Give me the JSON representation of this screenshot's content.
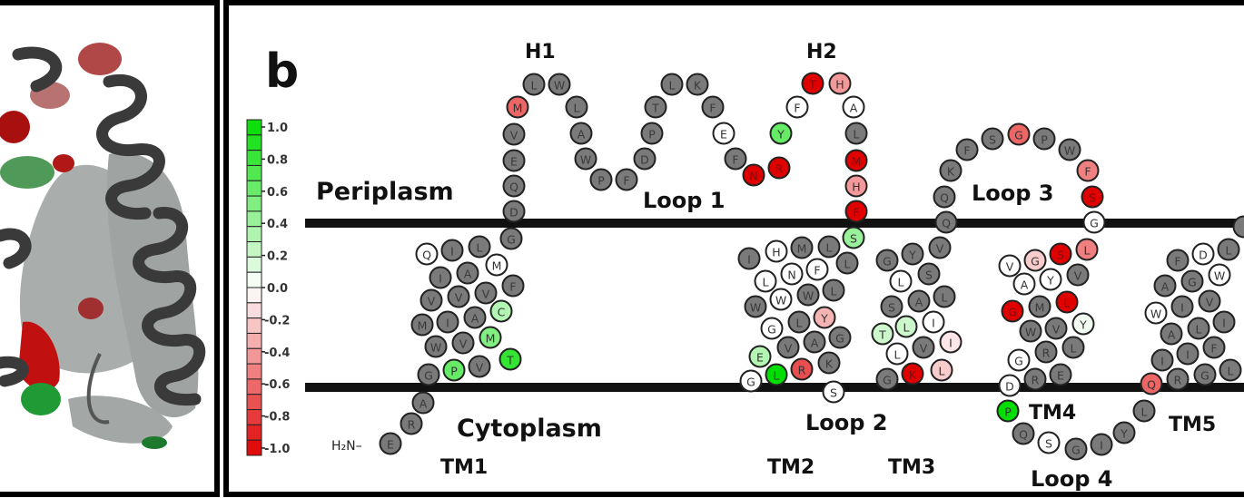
{
  "panel_label": "b",
  "labels": {
    "h1": "H1",
    "h2": "H2",
    "periplasm": "Periplasm",
    "cytoplasm": "Cytoplasm",
    "loop1": "Loop 1",
    "loop2": "Loop 2",
    "loop3": "Loop 3",
    "loop4": "Loop 4",
    "tm1": "TM1",
    "tm2": "TM2",
    "tm3": "TM3",
    "tm4": "TM4",
    "tm5": "TM5",
    "nterm": "H₂N–"
  },
  "colorbar": {
    "ticks": [
      "1.0",
      "0.8",
      "0.6",
      "0.4",
      "0.2",
      "0.0",
      "-0.2",
      "-0.4",
      "-0.6",
      "-0.8",
      "-1.0"
    ],
    "range": [
      -1.0,
      1.0
    ],
    "positive_color": "#00dd00",
    "negative_color": "#e00000",
    "neutral_color": "#ffffff",
    "no_data_color": "#7a7a7a"
  },
  "residues": [
    [
      "E",
      null
    ],
    [
      "R",
      null
    ],
    [
      "A",
      null
    ],
    [
      "G",
      null
    ],
    [
      "P",
      0.6
    ],
    [
      "V",
      null
    ],
    [
      "T",
      0.8
    ],
    [
      "W",
      null
    ],
    [
      "V",
      null
    ],
    [
      "M",
      0.5
    ],
    [
      "M",
      null
    ],
    [
      "I",
      null
    ],
    [
      "A",
      null
    ],
    [
      "C",
      0.3
    ],
    [
      "V",
      null
    ],
    [
      "V",
      null
    ],
    [
      "V",
      null
    ],
    [
      "F",
      null
    ],
    [
      "I",
      null
    ],
    [
      "A",
      null
    ],
    [
      "M",
      0
    ],
    [
      "Q",
      0
    ],
    [
      "I",
      null
    ],
    [
      "L",
      null
    ],
    [
      "G",
      null
    ],
    [
      "D",
      null
    ],
    [
      "Q",
      null
    ],
    [
      "E",
      null
    ],
    [
      "V",
      null
    ],
    [
      "M",
      -0.6
    ],
    [
      "L",
      null
    ],
    [
      "W",
      null
    ],
    [
      "L",
      null
    ],
    [
      "A",
      null
    ],
    [
      "W",
      null
    ],
    [
      "P",
      null
    ],
    [
      "F",
      null
    ],
    [
      "D",
      null
    ],
    [
      "P",
      null
    ],
    [
      "T",
      null
    ],
    [
      "L",
      null
    ],
    [
      "K",
      null
    ],
    [
      "F",
      null
    ],
    [
      "E",
      0
    ],
    [
      "F",
      null
    ],
    [
      "N",
      -1
    ],
    [
      "R",
      -1
    ],
    [
      "Y",
      0.6
    ],
    [
      "F",
      0
    ],
    [
      "T",
      -1
    ],
    [
      "H",
      -0.4
    ],
    [
      "A",
      0
    ],
    [
      "L",
      null
    ],
    [
      "M",
      -1
    ],
    [
      "H",
      -0.4
    ],
    [
      "F",
      -1
    ],
    [
      "S",
      0.4
    ],
    [
      "L",
      null
    ],
    [
      "M",
      null
    ],
    [
      "H",
      0
    ],
    [
      "I",
      null
    ],
    [
      "L",
      null
    ],
    [
      "F",
      0
    ],
    [
      "N",
      0
    ],
    [
      "L",
      0
    ],
    [
      "L",
      null
    ],
    [
      "W",
      null
    ],
    [
      "W",
      0
    ],
    [
      "W",
      null
    ],
    [
      "Y",
      -0.3
    ],
    [
      "L",
      null
    ],
    [
      "G",
      0
    ],
    [
      "G",
      null
    ],
    [
      "A",
      null
    ],
    [
      "V",
      null
    ],
    [
      "E",
      0.3
    ],
    [
      "K",
      null
    ],
    [
      "R",
      -0.7
    ],
    [
      "L",
      1.0
    ],
    [
      "G",
      0
    ],
    [
      "S",
      0
    ],
    [
      "G",
      null
    ],
    [
      "K",
      -1
    ],
    [
      "L",
      -0.2
    ],
    [
      "L",
      0
    ],
    [
      "V",
      null
    ],
    [
      "I",
      -0.1
    ],
    [
      "T",
      0.2
    ],
    [
      "L",
      0.2
    ],
    [
      "I",
      0
    ],
    [
      "S",
      null
    ],
    [
      "A",
      null
    ],
    [
      "L",
      null
    ],
    [
      "L",
      0
    ],
    [
      "S",
      null
    ],
    [
      "G",
      null
    ],
    [
      "Y",
      null
    ],
    [
      "V",
      null
    ],
    [
      "Q",
      null
    ],
    [
      "Q",
      null
    ],
    [
      "K",
      null
    ],
    [
      "F",
      null
    ],
    [
      "S",
      null
    ],
    [
      "G",
      -0.6
    ],
    [
      "P",
      null
    ],
    [
      "W",
      null
    ],
    [
      "F",
      -0.5
    ],
    [
      "S",
      -1
    ],
    [
      "G",
      0
    ],
    [
      "L",
      -0.5
    ],
    [
      "S",
      -1
    ],
    [
      "G",
      -0.2
    ],
    [
      "V",
      0
    ],
    [
      "V",
      null
    ],
    [
      "Y",
      0
    ],
    [
      "A",
      0
    ],
    [
      "L",
      -1
    ],
    [
      "M",
      null
    ],
    [
      "G",
      -1
    ],
    [
      "Y",
      0.05
    ],
    [
      "V",
      null
    ],
    [
      "W",
      null
    ],
    [
      "L",
      null
    ],
    [
      "R",
      null
    ],
    [
      "G",
      0
    ],
    [
      "E",
      null
    ],
    [
      "R",
      null
    ],
    [
      "D",
      0
    ],
    [
      "P",
      1.0
    ],
    [
      "Q",
      null
    ],
    [
      "S",
      0
    ],
    [
      "G",
      null
    ],
    [
      "I",
      null
    ],
    [
      "Y",
      null
    ],
    [
      "L",
      null
    ],
    [
      "Q",
      -0.6
    ],
    [
      "R",
      null
    ],
    [
      "G",
      null
    ],
    [
      "L",
      null
    ],
    [
      "I",
      null
    ],
    [
      "I",
      null
    ],
    [
      "F",
      null
    ],
    [
      "A",
      null
    ],
    [
      "L",
      null
    ],
    [
      "I",
      null
    ],
    [
      "W",
      0
    ],
    [
      "I",
      null
    ],
    [
      "V",
      null
    ],
    [
      "A",
      null
    ],
    [
      "G",
      null
    ],
    [
      "W",
      0
    ],
    [
      "F",
      null
    ],
    [
      "D",
      0
    ],
    [
      "L",
      null
    ]
  ]
}
